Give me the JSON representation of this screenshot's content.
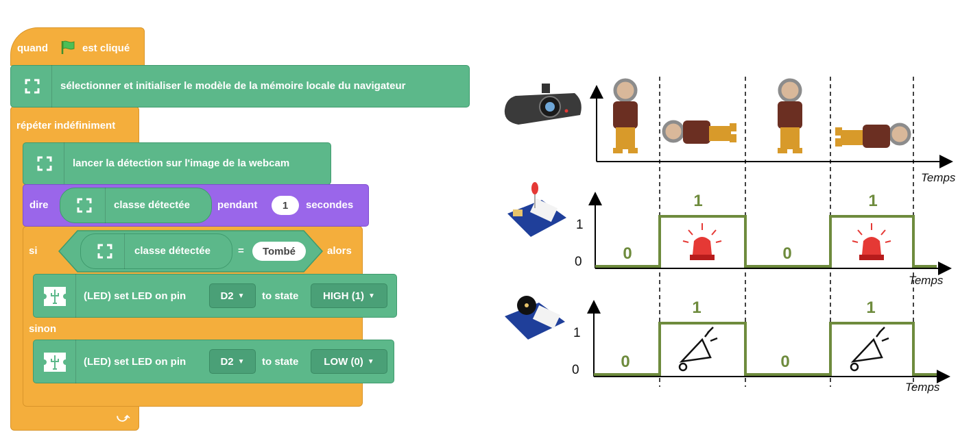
{
  "blocks": {
    "hat": {
      "before": "quand",
      "after": "est cliqué"
    },
    "init": {
      "label": "sélectionner et initialiser le modèle de la mémoire locale du navigateur"
    },
    "forever": {
      "label": "répéter indéfiniment"
    },
    "detect": {
      "label": "lancer la détection sur l'image de la webcam"
    },
    "say": {
      "label": "dire",
      "reporter": "classe détectée",
      "during": "pendant",
      "seconds_value": "1",
      "seconds_label": "secondes"
    },
    "if_block": {
      "si": "si",
      "reporter": "classe détectée",
      "eq": "=",
      "value": "Tombé",
      "alors": "alors",
      "sinon": "sinon"
    },
    "led_high": {
      "label": "(LED) set LED on pin",
      "pin": "D2",
      "to_state": "to state",
      "state": "HIGH (1)"
    },
    "led_low": {
      "label": "(LED) set LED on pin",
      "pin": "D2",
      "to_state": "to state",
      "state": "LOW (0)"
    }
  },
  "timing": {
    "time_label": "Temps",
    "led_axis": {
      "one": "1",
      "zero": "0"
    },
    "buzzer_axis": {
      "one": "1",
      "zero": "0"
    },
    "led_values": [
      "0",
      "1",
      "0",
      "1"
    ],
    "buzzer_values": [
      "0",
      "1",
      "0",
      "1"
    ],
    "camera_states": [
      "standing",
      "fallen",
      "standing",
      "fallen"
    ]
  },
  "colors": {
    "events": "#f4ae3c",
    "extension": "#5cb88a",
    "looks": "#9a66ea",
    "signal": "#6e8b3d",
    "siren": "#e53935"
  }
}
